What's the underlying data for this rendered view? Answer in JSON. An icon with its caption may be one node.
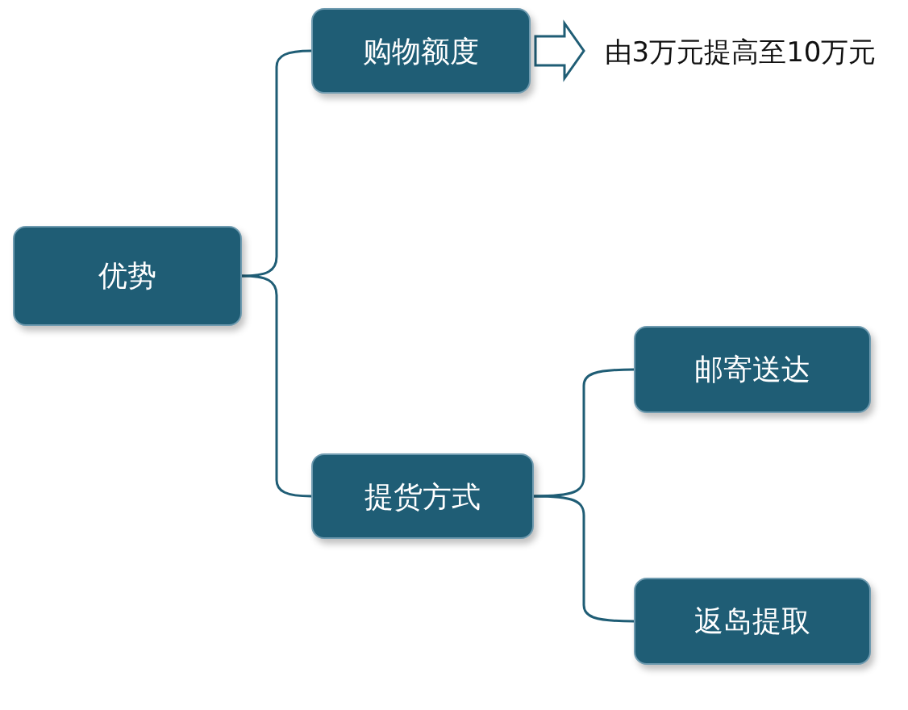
{
  "diagram": {
    "nodes": [
      {
        "text": [
          "优势"
        ]
      },
      {
        "text": [
          "购物额度"
        ]
      },
      {
        "text": [
          "由3万元提高至10万元"
        ]
      },
      {
        "text": [
          "提货方式"
        ]
      },
      {
        "text": [
          "邮寄送达"
        ]
      },
      {
        "text": [
          "返岛提取"
        ]
      }
    ],
    "edges": [
      {
        "from": 0,
        "to": 1,
        "arrow": "none"
      },
      {
        "from": 0,
        "to": 3,
        "arrow": "none"
      },
      {
        "from": 1,
        "to": 2,
        "arrow": "to"
      },
      {
        "from": 3,
        "to": 4,
        "arrow": "none"
      },
      {
        "from": 3,
        "to": 5,
        "arrow": "none"
      }
    ]
  }
}
